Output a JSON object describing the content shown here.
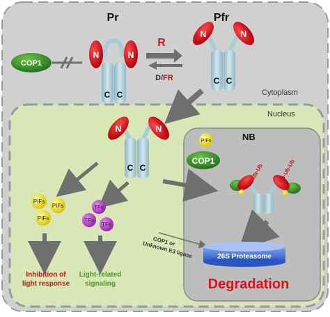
{
  "labels": {
    "pr": "Pr",
    "pfr": "Pfr",
    "r": "R",
    "d": "D",
    "slash": "/",
    "fr": "FR",
    "cytoplasm": "Cytoplasm",
    "nucleus": "Nucleus",
    "nb": "NB",
    "cop1": "COP1",
    "cop1_nb": "COP1",
    "pifs": "PIFs",
    "tfs": "TFs",
    "n": "N",
    "c": "C",
    "ub_chain": "Ub-Ub-Ub",
    "proteasome": "26S Proteasome",
    "degradation": "Degradation",
    "e3_line1": "COP1 or",
    "e3_line2": "Unknown E3 ligase",
    "inhibition_line1": "Inhibition of",
    "inhibition_line2": "light response",
    "light_line1": "Light-related",
    "light_line2": "signaling"
  },
  "colors": {
    "cytoplasm_bg": "#d0d0d0",
    "nucleus_bg": "#d9e6b5",
    "nb_bg": "#bdbdbd",
    "red_domain": "#d5111b",
    "protein_body": "#a9cdd8",
    "cop1_green": "#2f8b2a",
    "pifs_yellow": "#f2e600",
    "tfs_purple": "#b02fc8",
    "proteasome_blue": "#3d6bd6",
    "degradation_red": "#e0101a",
    "inhibition_red": "#c0171c",
    "light_green": "#4a9a2a",
    "arrow_gray": "#6f6f6f"
  }
}
